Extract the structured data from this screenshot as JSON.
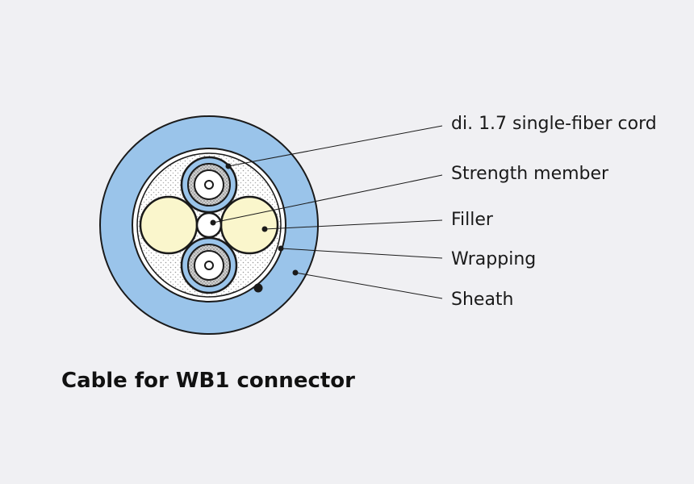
{
  "labels": {
    "cord": "di. 1.7 single-fiber cord",
    "strength": "Strength member",
    "filler": "Filler",
    "wrapping": "Wrapping",
    "sheath": "Sheath"
  },
  "caption": "Cable for WB1 connector",
  "colors": {
    "sheath": "#9ac4ea",
    "filler": "#faf6cc",
    "wrapping": "#ffffff",
    "outline": "#1a1a1a",
    "background": "#f0f0f3",
    "stipple": "#9a9a9a"
  }
}
